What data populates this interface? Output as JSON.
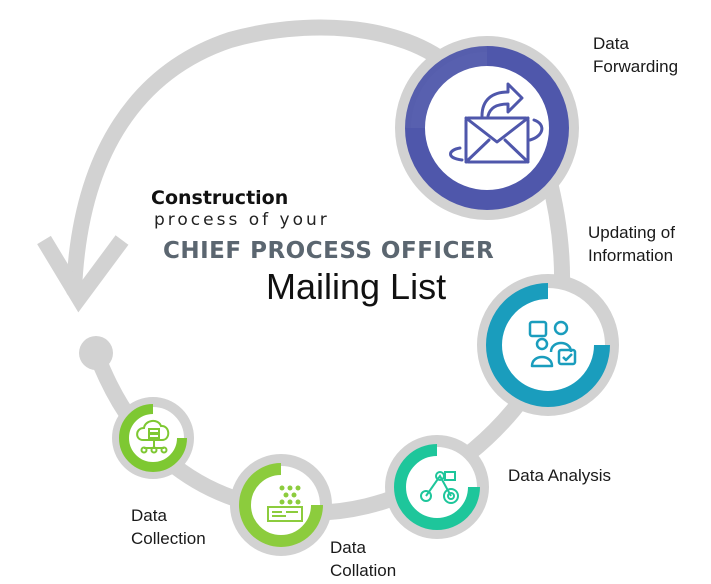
{
  "heading": {
    "line1": "Construction",
    "line2": "process of your",
    "line3": "CHIEF PROCESS OFFICER",
    "line4": "Mailing List"
  },
  "steps": [
    {
      "label_lines": [
        "Data",
        "Forwarding"
      ],
      "icon": "envelope-send-icon",
      "color": "#4f57ab"
    },
    {
      "label_lines": [
        "Updating of",
        "Information"
      ],
      "icon": "team-chat-icon",
      "color": "#1a9dbd"
    },
    {
      "label_lines": [
        "Data Analysis"
      ],
      "icon": "analytics-icon",
      "color": "#1ec69b"
    },
    {
      "label_lines": [
        "Data",
        "Collation"
      ],
      "icon": "data-grid-icon",
      "color": "#8ccc3d"
    },
    {
      "label_lines": [
        "Data",
        "Collection"
      ],
      "icon": "cloud-server-icon",
      "color": "#7ec832"
    }
  ],
  "colors": {
    "track": "#d2d2d2",
    "ring_bg": "#ffffff"
  }
}
